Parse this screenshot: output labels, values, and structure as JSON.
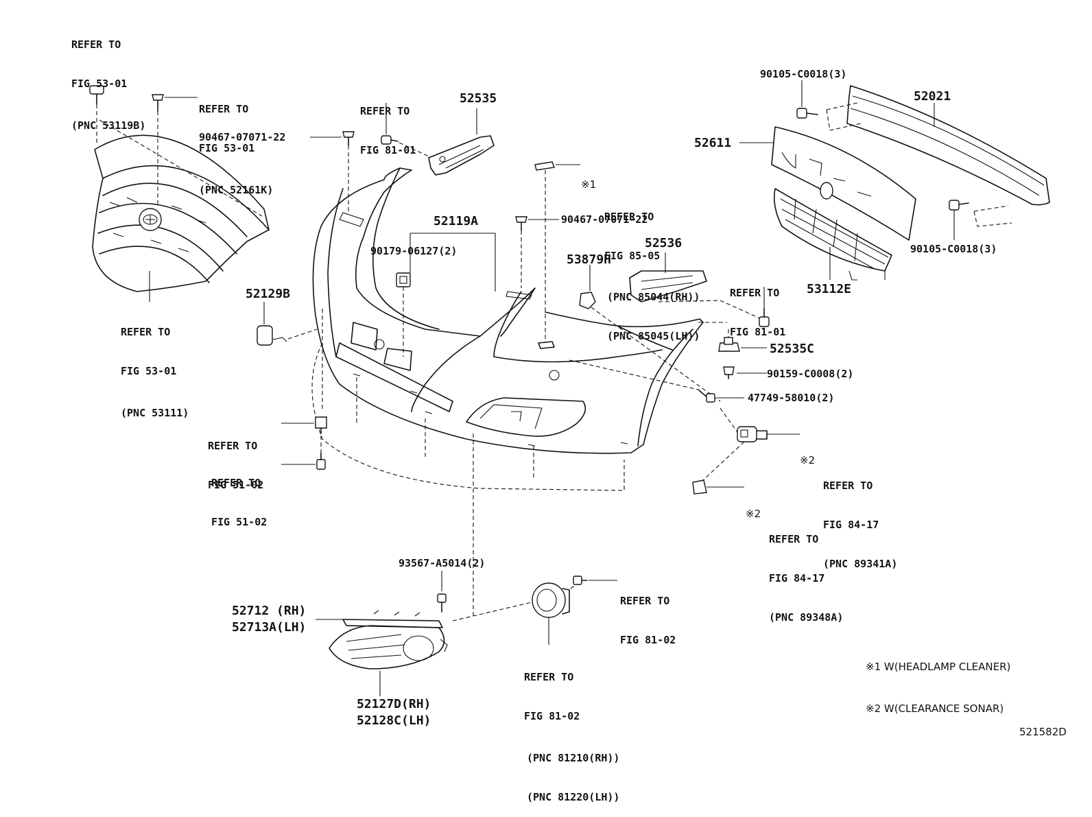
{
  "labels": {
    "refer_53_01_top": {
      "lines": [
        "REFER TO",
        "FIG 53-01",
        "(PNC 53119B)"
      ]
    },
    "refer_53_01_mid": {
      "lines": [
        "REFER TO",
        "FIG 53-01",
        "(PNC 52161K)"
      ]
    },
    "refer_53_01_grille": {
      "lines": [
        "REFER TO",
        "FIG 53-01",
        "(PNC 53111)"
      ]
    },
    "p90467_a": "90467-07071-22",
    "refer_81_01_top": {
      "lines": [
        "REFER TO",
        "FIG 81-01"
      ]
    },
    "p52535": "52535",
    "refer_85_05": {
      "lines": [
        "REFER TO",
        "FIG 85-05",
        "(PNC 85044(RH))",
        "(PNC 85045(LH))"
      ]
    },
    "note1_mark": "※1",
    "p52119A": "52119A",
    "p90467_b": "90467-07071-22",
    "p90179": "90179-06127(2)",
    "p52129B": "52129B",
    "p53879H": "53879H",
    "p52536": "52536",
    "refer_81_01_right": {
      "lines": [
        "REFER TO",
        "FIG 81-01"
      ]
    },
    "p90105_top": "90105-C0018(3)",
    "p52021": "52021",
    "p52611": "52611",
    "p90105_bottom": "90105-C0018(3)",
    "p53112E": "53112E",
    "p52535C": "52535C",
    "p90159": "90159-C0008(2)",
    "p47749": "47749-58010(2)",
    "refer_84_17_a": {
      "mark": "※2",
      "lines": [
        "REFER TO",
        "FIG 84-17",
        "(PNC 89341A)"
      ]
    },
    "refer_84_17_b": {
      "mark": "※2",
      "lines": [
        "REFER TO",
        "FIG 84-17",
        "(PNC 89348A)"
      ]
    },
    "refer_51_02_a": {
      "lines": [
        "REFER TO",
        "FIG 51-02"
      ]
    },
    "refer_51_02_b": {
      "lines": [
        "REFER TO",
        "FIG 51-02"
      ]
    },
    "p93567": "93567-A5014(2)",
    "p52712": "52712 (RH)",
    "p52713A": "52713A(LH)",
    "refer_81_02_right": {
      "lines": [
        "REFER TO",
        "FIG 81-02"
      ]
    },
    "refer_81_02_bottom": {
      "lines": [
        "REFER TO",
        "FIG 81-02",
        "(PNC 81210(RH))",
        "(PNC 81220(LH))"
      ]
    },
    "p52127D": "52127D(RH)",
    "p52128C": "52128C(LH)",
    "legend": [
      "※1 W(HEADLAMP CLEANER)",
      "※2 W(CLEARANCE SONAR)"
    ],
    "figure_id": "521582D"
  }
}
